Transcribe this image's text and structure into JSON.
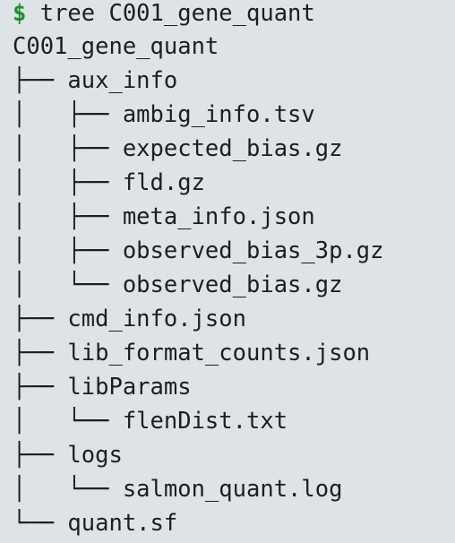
{
  "terminal": {
    "prompt_symbol": "$",
    "command": " tree C001_gene_quant",
    "lines": [
      "C001_gene_quant",
      "├── aux_info",
      "│   ├── ambig_info.tsv",
      "│   ├── expected_bias.gz",
      "│   ├── fld.gz",
      "│   ├── meta_info.json",
      "│   ├── observed_bias_3p.gz",
      "│   └── observed_bias.gz",
      "├── cmd_info.json",
      "├── lib_format_counts.json",
      "├── libParams",
      "│   └── flenDist.txt",
      "├── logs",
      "│   └── salmon_quant.log",
      "└── quant.sf"
    ]
  },
  "colors": {
    "background": "#dee3e7",
    "text": "#1e1e1e",
    "prompt": "#1f8f2f"
  }
}
